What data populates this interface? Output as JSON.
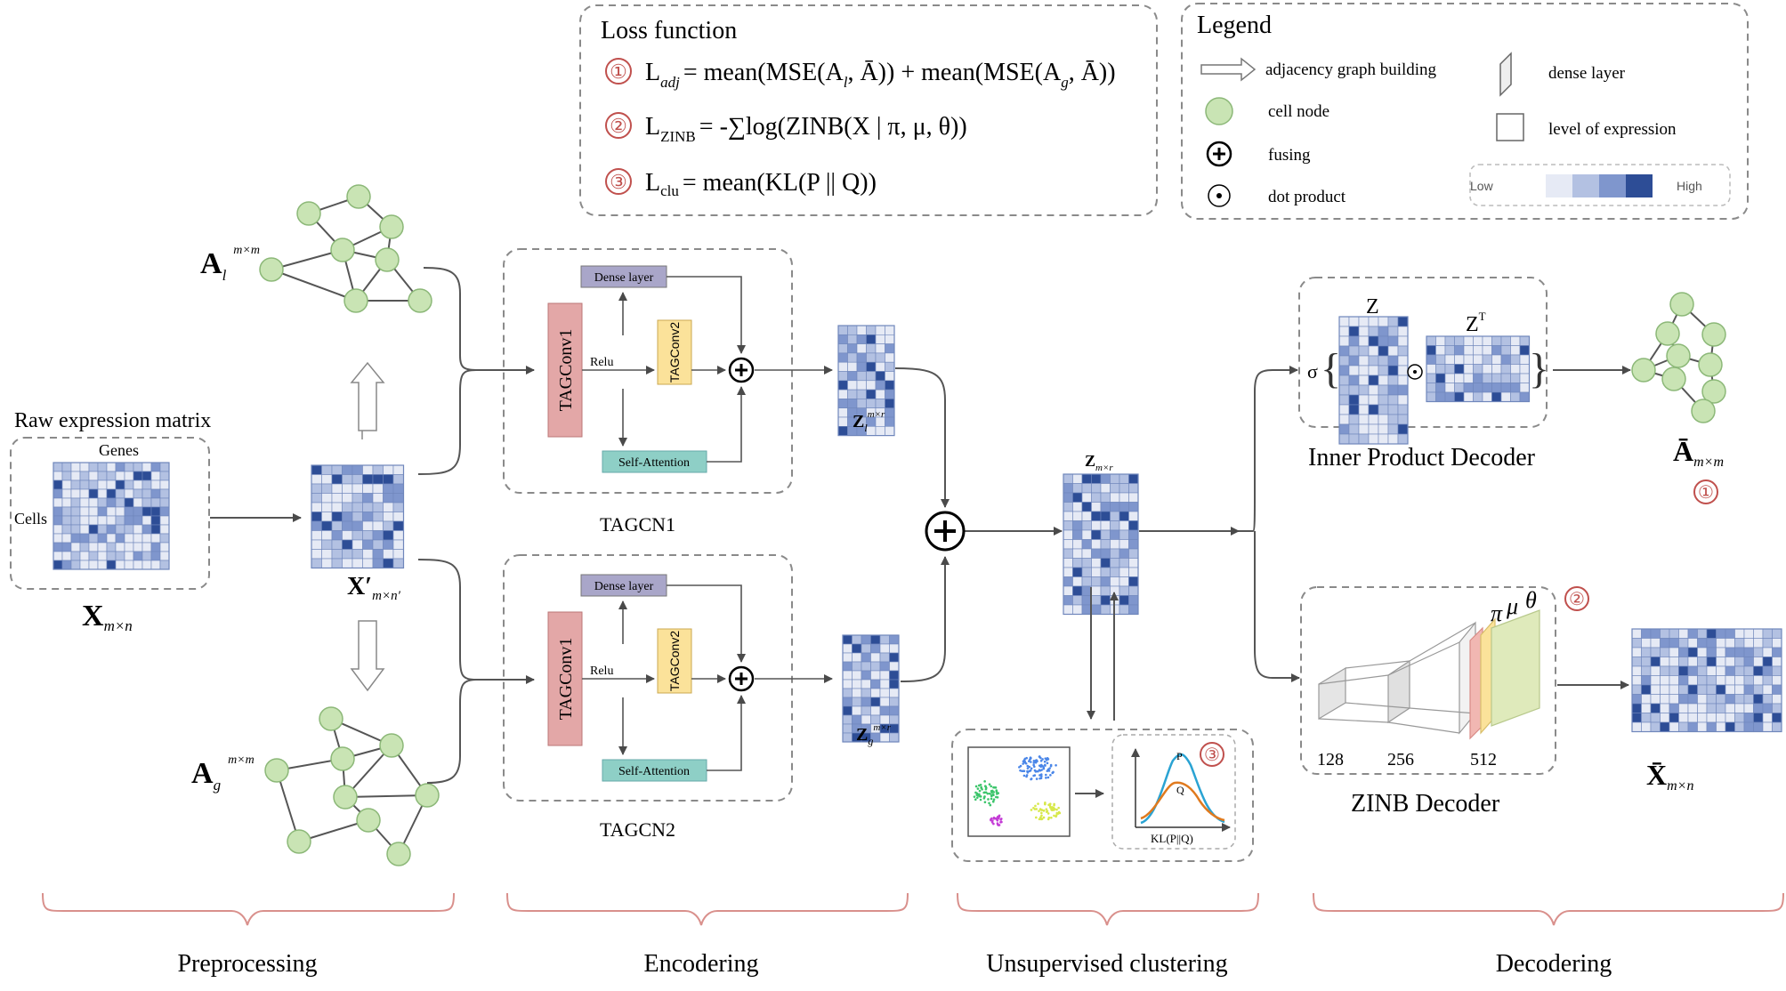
{
  "loss": {
    "title": "Loss function",
    "items": [
      {
        "num": "①",
        "name": "L",
        "sub": "adj",
        "eq": "= mean(MSE(A",
        "sub2": "l",
        "eq2": ", Ā)) + mean(MSE(A",
        "sub3": "g",
        "eq3": ", Ā))"
      },
      {
        "num": "②",
        "name": "L",
        "sub": "ZINB",
        "eq": "= -∑log(ZINB(X | π, μ, θ))"
      },
      {
        "num": "③",
        "name": "L",
        "sub": "clu",
        "eq": "= mean(KL(P || Q))"
      }
    ]
  },
  "legend": {
    "title": "Legend",
    "adjacency": "adjacency graph building",
    "cell_node": "cell node",
    "fusing": "fusing",
    "dot_product": "dot product",
    "dense_layer": "dense layer",
    "level": "level of expression",
    "low": "Low",
    "high": "High"
  },
  "preprocessing": {
    "raw_title": "Raw expression matrix",
    "genes": "Genes",
    "cells": "Cells",
    "x_label": "X",
    "x_sub": "m×n",
    "xp_label": "X′",
    "xp_sub": "m×n′",
    "al_label": "A",
    "al_sub": "l",
    "al_sup": "m×m",
    "ag_label": "A",
    "ag_sub": "g",
    "ag_sup": "m×m"
  },
  "encoder": {
    "dense": "Dense layer",
    "relu": "Relu",
    "tagconv1": "TAGConv1",
    "tagconv2": "TAGConv2",
    "self_attention": "Self-Attention",
    "tagcn1": "TAGCN1",
    "tagcn2": "TAGCN2",
    "zl": "Z",
    "zl_sub": "l",
    "zl_sup": "m×r",
    "zg": "Z",
    "zg_sub": "g",
    "zg_sup": "m×r"
  },
  "fused": {
    "z": "Z",
    "z_sub": "m×r"
  },
  "clustering": {
    "kl": "KL(P||Q)",
    "p": "P",
    "q": "Q",
    "num": "③"
  },
  "decoder": {
    "z": "Z",
    "zt": "Z",
    "zt_sup": "T",
    "sigma": "σ",
    "inner_title": "Inner Product Decoder",
    "zinb_title": "ZINB Decoder",
    "pi": "π",
    "mu": "μ",
    "theta": "θ",
    "n128": "128",
    "n256": "256",
    "n512": "512",
    "a_label": "Ā",
    "a_sub": "m×m",
    "x_label": "X̄",
    "x_sub": "m×n",
    "num1": "①",
    "num2": "②"
  },
  "stages": [
    "Preprocessing",
    "Encodering",
    "Unsupervised clustering",
    "Decodering"
  ],
  "colors": {
    "matrix": [
      "#e6eaf5",
      "#b3c1e2",
      "#7f96cd",
      "#2d4d96"
    ],
    "node_fill": "#c9e4b4",
    "node_stroke": "#8cb878",
    "tagconv1": "#e3a7a7",
    "tagconv2": "#fbe29a",
    "dense": "#a9a6c9",
    "attention": "#8ecfc6",
    "red": "#c0504d",
    "grid": "#6f86bb"
  }
}
